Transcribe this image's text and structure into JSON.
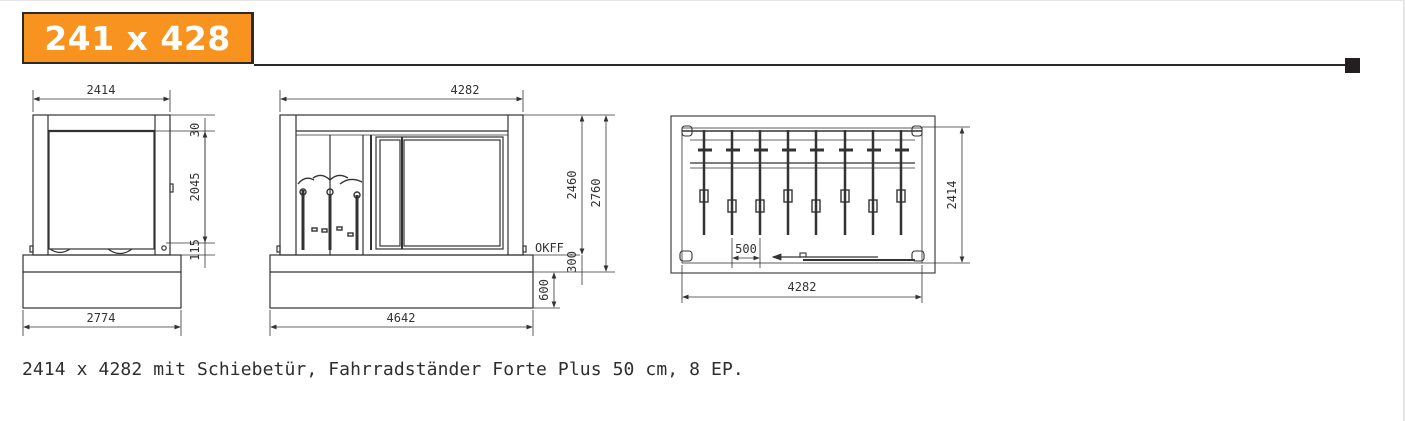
{
  "header": {
    "title": "241 x 428",
    "accent_color": "#f7931e",
    "rule_color": "#2a2a2a"
  },
  "views": {
    "front": {
      "dim_top": "2414",
      "dim_bottom": "2774",
      "dim_right": [
        "30",
        "2045",
        "115"
      ]
    },
    "side": {
      "dim_top": "4282",
      "dim_bottom": "4642",
      "dim_right_inner": "2460",
      "dim_right_outer": "2760",
      "dim_base": "300",
      "dim_foundation": "600",
      "label_floor": "OKFF",
      "bike_count_visible": 3
    },
    "plan": {
      "dim_right": "2414",
      "dim_bottom": "4282",
      "dim_spacing": "500",
      "bike_count": 8
    }
  },
  "caption": "2414 x 4282 mit Schiebetür, Fahrradständer Forte Plus 50 cm, 8 EP."
}
